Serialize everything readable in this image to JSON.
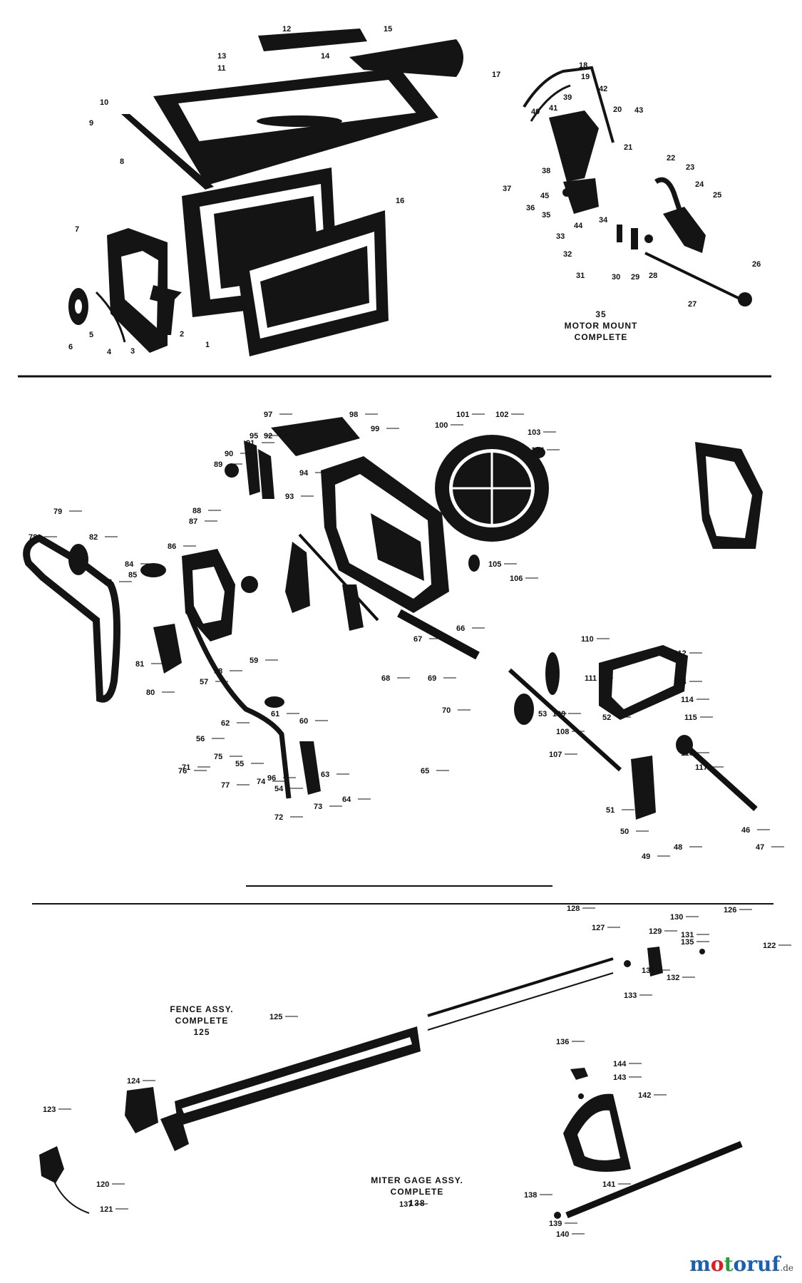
{
  "assemblies": {
    "motor_mount": {
      "number": "35",
      "line1": "MOTOR MOUNT",
      "line2": "COMPLETE"
    },
    "fence": {
      "line1": "FENCE ASSY.",
      "line2": "COMPLETE",
      "number": "125"
    },
    "miter_gage": {
      "line1": "MITER GAGE ASSY.",
      "line2": "COMPLETE",
      "number": "138"
    }
  },
  "callouts": {
    "top": [
      "1",
      "2",
      "3",
      "4",
      "5",
      "6",
      "7",
      "8",
      "9",
      "10",
      "11",
      "12",
      "13",
      "14",
      "15",
      "16",
      "17",
      "18",
      "19",
      "20",
      "21",
      "22",
      "23",
      "24",
      "25",
      "26",
      "27",
      "28",
      "29",
      "30",
      "31",
      "32",
      "33",
      "34",
      "35",
      "36",
      "37",
      "38",
      "39",
      "40",
      "41",
      "42",
      "43",
      "44",
      "45"
    ],
    "middle": [
      "46",
      "47",
      "48",
      "49",
      "50",
      "51",
      "52",
      "53",
      "54",
      "55",
      "56",
      "57",
      "58",
      "59",
      "60",
      "61",
      "62",
      "63",
      "64",
      "65",
      "66",
      "67",
      "68",
      "69",
      "70",
      "71",
      "72",
      "73",
      "74",
      "75",
      "76",
      "77",
      "78",
      "79",
      "80",
      "81",
      "82",
      "83",
      "84",
      "85",
      "86",
      "87",
      "88",
      "89",
      "90",
      "91",
      "92",
      "93",
      "94",
      "95",
      "96",
      "97",
      "98",
      "99",
      "100",
      "101",
      "102",
      "103",
      "104",
      "105",
      "106",
      "107",
      "108",
      "109",
      "110",
      "111",
      "112",
      "113",
      "114",
      "115",
      "116",
      "117"
    ],
    "bottom": [
      "120",
      "121",
      "122",
      "123",
      "124",
      "125",
      "126",
      "127",
      "128",
      "129",
      "130",
      "131",
      "132",
      "133",
      "134",
      "135",
      "136",
      "137",
      "138",
      "139",
      "140",
      "141",
      "142",
      "143",
      "144"
    ]
  },
  "watermark": {
    "brand": "motoruf",
    "tld": ".de",
    "color_m": "#1a5fb4",
    "color_o1": "#e01b24",
    "color_t": "#2a9d3a",
    "color_rest": "#1a5fb4"
  }
}
